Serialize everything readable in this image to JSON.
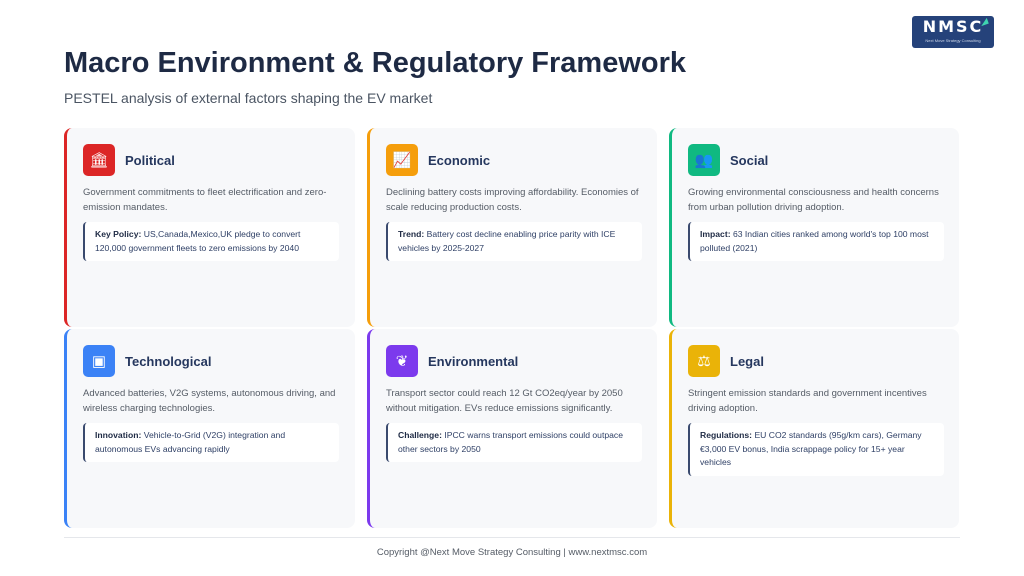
{
  "logo": {
    "text": "NMSC",
    "tagline": "Next Move Strategy Consulting"
  },
  "header": {
    "title": "Macro Environment & Regulatory Framework",
    "subtitle": "PESTEL analysis of external factors shaping the EV market"
  },
  "cards": [
    {
      "title": "Political",
      "icon": "bank-icon",
      "glyph": "🏛",
      "color": "#dc2626",
      "desc": "Government commitments to fleet electrification and zero-emission mandates.",
      "label": "Key Policy:",
      "detail": "US,Canada,Mexico,UK pledge to convert 120,000 government fleets to zero emissions by 2040"
    },
    {
      "title": "Economic",
      "icon": "chart-line-icon",
      "glyph": "📈",
      "color": "#f59e0b",
      "desc": "Declining battery costs improving affordability. Economies of scale reducing production costs.",
      "label": "Trend:",
      "detail": "Battery cost decline enabling price parity with ICE vehicles by 2025-2027"
    },
    {
      "title": "Social",
      "icon": "users-icon",
      "glyph": "👥",
      "color": "#10b981",
      "desc": "Growing environmental consciousness and health concerns from urban pollution driving adoption.",
      "label": "Impact:",
      "detail": "63 Indian cities ranked among world's top 100 most polluted (2021)"
    },
    {
      "title": "Technological",
      "icon": "microchip-icon",
      "glyph": "▣",
      "color": "#3b82f6",
      "desc": "Advanced batteries, V2G systems, autonomous driving, and wireless charging technologies.",
      "label": "Innovation:",
      "detail": "Vehicle-to-Grid (V2G) integration and autonomous EVs advancing rapidly"
    },
    {
      "title": "Environmental",
      "icon": "leaf-icon",
      "glyph": "❦",
      "color": "#7c3aed",
      "desc": "Transport sector could reach 12 Gt CO2eq/year by 2050 without mitigation. EVs reduce emissions significantly.",
      "label": "Challenge:",
      "detail": "IPCC warns transport emissions could outpace other sectors by 2050"
    },
    {
      "title": "Legal",
      "icon": "gavel-icon",
      "glyph": "⚖",
      "color": "#eab308",
      "desc": "Stringent emission standards and government incentives driving adoption.",
      "label": "Regulations:",
      "detail": "EU CO2 standards (95g/km cars), Germany €3,000 EV bonus, India scrappage policy for 15+ year vehicles"
    }
  ],
  "footer": "Copyright @Next Move Strategy Consulting | www.nextmsc.com"
}
